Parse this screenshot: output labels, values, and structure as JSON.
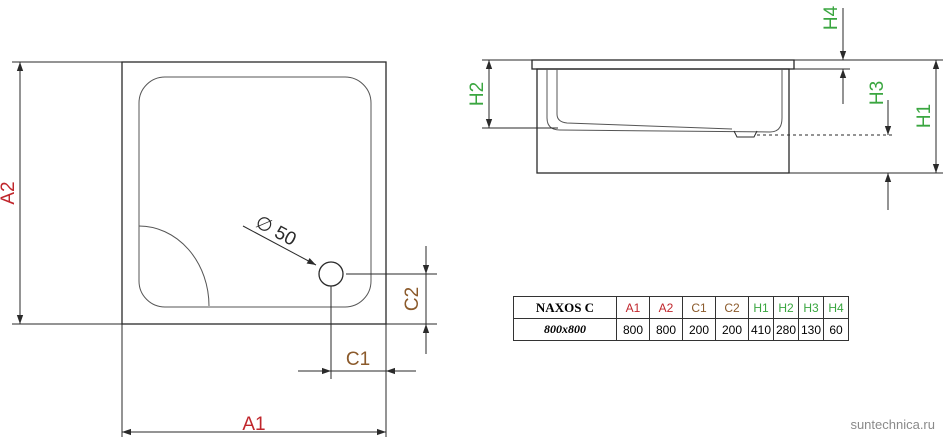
{
  "labels": {
    "A1": "A1",
    "A2": "A2",
    "C1": "C1",
    "C2": "C2",
    "H1": "H1",
    "H2": "H2",
    "H3": "H3",
    "H4": "H4",
    "drain": "∅ 50"
  },
  "table": {
    "model": "NAXOS C",
    "size": "800x800",
    "headers": [
      "A1",
      "A2",
      "C1",
      "C2",
      "H1",
      "H2",
      "H3",
      "H4"
    ],
    "values": [
      "800",
      "800",
      "200",
      "200",
      "410",
      "280",
      "130",
      "60"
    ]
  },
  "colors": {
    "A": "#c0262c",
    "C": "#8b5a2b",
    "H": "#3aa640"
  },
  "watermark": "suntechnica.ru"
}
